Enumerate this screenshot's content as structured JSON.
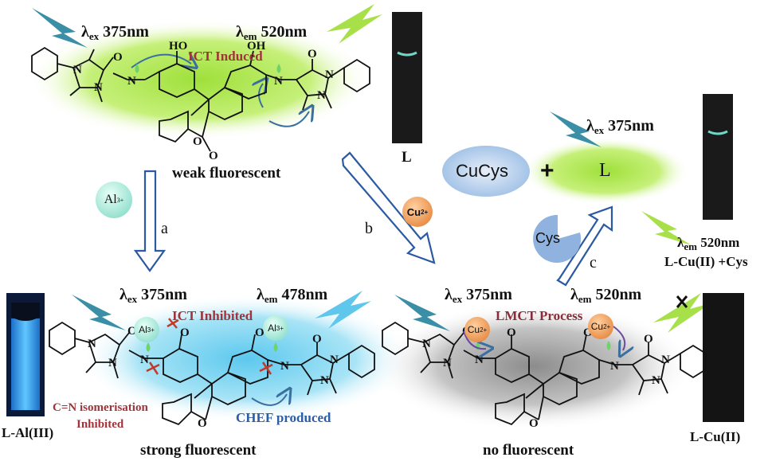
{
  "top": {
    "ex_prefix": "λ",
    "ex_sub": "ex",
    "ex_value": "375nm",
    "em_prefix": "λ",
    "em_sub": "em",
    "em_value": "520nm",
    "ict": "ICT Induced",
    "caption": "weak fluorescent",
    "vial_label": "L"
  },
  "paths": {
    "a_ion": "Al",
    "a_charge": "3+",
    "a_label": "a",
    "b_ion": "Cu",
    "b_charge": "2+",
    "b_label": "b",
    "c_reagent": "Cys",
    "c_label": "c"
  },
  "right_top": {
    "cucys": "CuCys",
    "plus": "+",
    "L": "L",
    "ex_prefix": "λ",
    "ex_sub": "ex",
    "ex_value": "375nm",
    "em_prefix": "λ",
    "em_sub": "em",
    "em_value": "520nm",
    "vial_label": "L-Cu(II) +Cys"
  },
  "bottom_left": {
    "ex_prefix": "λ",
    "ex_sub": "ex",
    "ex_value": "375nm",
    "em_prefix": "λ",
    "em_sub": "em",
    "em_value": "478nm",
    "ict": "ICT Inhibited",
    "isomer1": "C=N isomerisation",
    "isomer2": "Inhibited",
    "chef": "CHEF produced",
    "caption": "strong fluorescent",
    "vial_label": "L-Al(III)",
    "ion": "Al",
    "ion_charge": "3+"
  },
  "bottom_right": {
    "ex_prefix": "λ",
    "ex_sub": "ex",
    "ex_value": "375nm",
    "em_prefix": "λ",
    "em_sub": "em",
    "em_value": "520nm",
    "lmct": "LMCT Process",
    "caption": "no fluorescent",
    "vial_label": "L-Cu(II)",
    "ion": "Cu",
    "ion_charge": "2+"
  },
  "colors": {
    "lightning_blue": "#3a8fa6",
    "lightning_green": "#a8e04a",
    "green_glow": "#b6ee5a",
    "cyan_glow": "#7fd8f0",
    "grey_glow": "#9a9a9a",
    "arrow_blue": "#2b5aa3",
    "cu_orange": "#e8883a",
    "al_teal": "#7fd8c8",
    "label_red": "#a0343a",
    "label_blue": "#2a5ea8"
  }
}
